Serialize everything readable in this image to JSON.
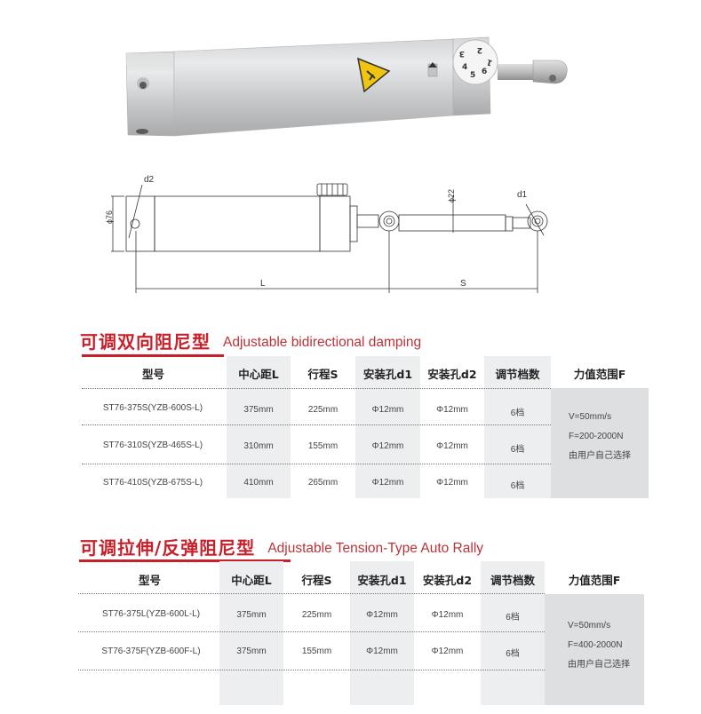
{
  "drawing": {
    "labels": {
      "d2": "d2",
      "d1": "d1",
      "phi76": "ϕ76",
      "phi22": "ϕ22",
      "L": "L",
      "S": "S"
    },
    "knob_numbers": [
      "1",
      "2",
      "3",
      "4",
      "5",
      "6"
    ]
  },
  "sections": [
    {
      "title_cn": "可调双向阻尼型",
      "title_en": "Adjustable bidirectional damping",
      "headers": [
        "型号",
        "中心距L",
        "行程S",
        "安装孔d1",
        "安装孔d2",
        "调节档数",
        "力值范围F"
      ],
      "rows": [
        [
          "ST76-375S(YZB-600S-L)",
          "375mm",
          "225mm",
          "Φ12mm",
          "Φ12mm",
          "6档"
        ],
        [
          "ST76-310S(YZB-465S-L)",
          "310mm",
          "155mm",
          "Φ12mm",
          "Φ12mm",
          "6档"
        ],
        [
          "ST76-410S(YZB-675S-L)",
          "410mm",
          "265mm",
          "Φ12mm",
          "Φ12mm",
          "6档"
        ]
      ],
      "force": [
        "V=50mm/s",
        "F=200-2000N",
        "由用户自己选择"
      ]
    },
    {
      "title_cn": "可调拉伸/反弹阻尼型",
      "title_en": "Adjustable Tension-Type Auto Rally",
      "headers": [
        "型号",
        "中心距L",
        "行程S",
        "安装孔d1",
        "安装孔d2",
        "调节档数",
        "力值范围F"
      ],
      "rows": [
        [
          "ST76-375L(YZB-600L-L)",
          "375mm",
          "225mm",
          "Φ12mm",
          "Φ12mm",
          "6档"
        ],
        [
          "ST76-375F(YZB-600F-L)",
          "375mm",
          "155mm",
          "Φ12mm",
          "Φ12mm",
          "6档"
        ]
      ],
      "force": [
        "V=50mm/s",
        "F=400-2000N",
        "由用户自己选择"
      ]
    }
  ],
  "colors": {
    "accent_red": "#c8202a",
    "column_shade": "#edeef0",
    "force_shade": "#dedfe1"
  }
}
